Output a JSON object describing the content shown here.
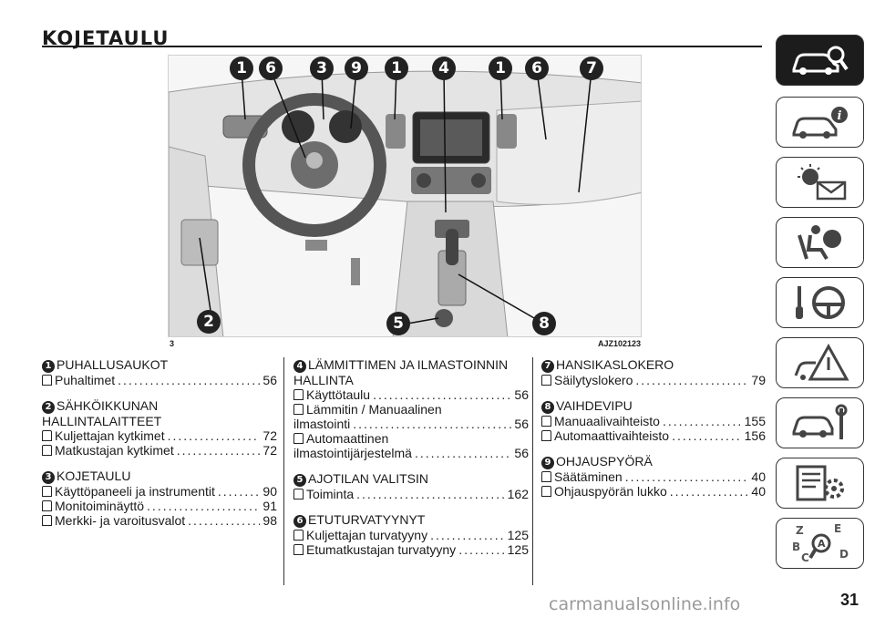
{
  "page": {
    "title": "KOJETAULU",
    "page_number": "31",
    "watermark": "carmanualsonline.info"
  },
  "figure": {
    "page_ref": "3",
    "code": "AJZ102123",
    "callouts": [
      "1",
      "6",
      "3",
      "9",
      "1",
      "4",
      "1",
      "6",
      "7",
      "2",
      "5",
      "8"
    ]
  },
  "columns": [
    [
      {
        "num": "1",
        "heading": "PUHALLUSAUKOT",
        "entries": [
          {
            "label": "Puhaltimet",
            "page": "56"
          }
        ]
      },
      {
        "num": "2",
        "heading": "SÄHKÖIKKUNAN HALLINTALAITTEET",
        "entries": [
          {
            "label": "Kuljettajan kytkimet",
            "page": "72"
          },
          {
            "label": "Matkustajan kytkimet",
            "page": "72"
          }
        ]
      },
      {
        "num": "3",
        "heading": "KOJETAULU",
        "entries": [
          {
            "label": "Käyttöpaneeli ja instrumentit",
            "page": "90"
          },
          {
            "label": "Monitoiminäyttö",
            "page": "91"
          },
          {
            "label": "Merkki- ja varoitusvalot",
            "page": "98"
          }
        ]
      }
    ],
    [
      {
        "num": "4",
        "heading": "LÄMMITTIMEN JA ILMASTOINNIN HALLINTA",
        "entries": [
          {
            "label": "Käyttötaulu",
            "page": "56"
          },
          {
            "label": "Lämmitin / Manuaalinen",
            "label2": "ilmastointi",
            "page": "56"
          },
          {
            "label": "Automaattinen",
            "label2": "ilmastointijärjestelmä",
            "page": "56"
          }
        ]
      },
      {
        "num": "5",
        "heading": "AJOTILAN VALITSIN",
        "entries": [
          {
            "label": "Toiminta",
            "page": "162"
          }
        ]
      },
      {
        "num": "6",
        "heading": "ETUTURVATYYNYT",
        "entries": [
          {
            "label": "Kuljettajan turvatyyny",
            "page": "125"
          },
          {
            "label": "Etumatkustajan turvatyyny",
            "page": "125"
          }
        ]
      }
    ],
    [
      {
        "num": "7",
        "heading": "HANSIKASLOKERO",
        "entries": [
          {
            "label": "Säilytyslokero",
            "page": "79"
          }
        ]
      },
      {
        "num": "8",
        "heading": "VAIHDEVIPU",
        "entries": [
          {
            "label": "Manuaalivaihteisto",
            "page": "155"
          },
          {
            "label": "Automaattivaihteisto",
            "page": "156"
          }
        ]
      },
      {
        "num": "9",
        "heading": "OHJAUSPYÖRÄ",
        "entries": [
          {
            "label": "Säätäminen",
            "page": "40"
          },
          {
            "label": "Ohjauspyörän lukko",
            "page": "40"
          }
        ]
      }
    ]
  ],
  "sidebar": {
    "tabs": [
      {
        "icon": "car-search-icon",
        "active": true
      },
      {
        "icon": "car-info-icon",
        "active": false
      },
      {
        "icon": "warning-light-envelope-icon",
        "active": false
      },
      {
        "icon": "airbag-seat-icon",
        "active": false
      },
      {
        "icon": "key-steering-wheel-icon",
        "active": false
      },
      {
        "icon": "warning-triangle-car-icon",
        "active": false
      },
      {
        "icon": "car-wrench-icon",
        "active": false
      },
      {
        "icon": "spec-list-gear-icon",
        "active": false
      },
      {
        "icon": "index-letters-search-icon",
        "active": false
      }
    ]
  },
  "colors": {
    "ink": "#1a1a1a",
    "tab_active": "#1c1c1c",
    "watermark": "#9a9a9a"
  }
}
